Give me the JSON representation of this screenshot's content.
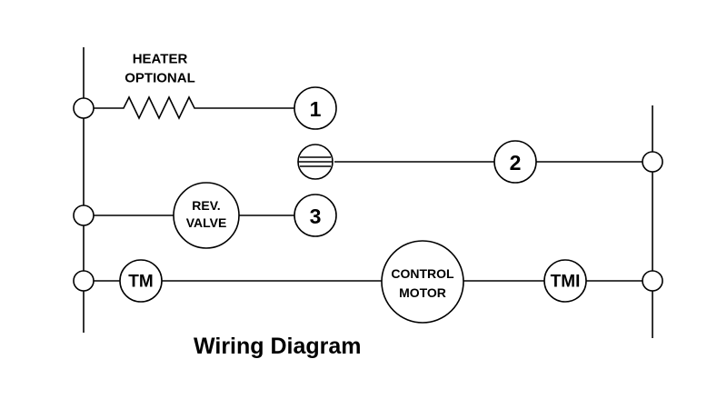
{
  "diagram": {
    "heater_line1": "HEATER",
    "heater_line2": "OPTIONAL",
    "terminal_1": "1",
    "terminal_2": "2",
    "terminal_3": "3",
    "rev_valve_line1": "REV.",
    "rev_valve_line2": "VALVE",
    "tm": "TM",
    "control_motor_line1": "CONTROL",
    "control_motor_line2": "MOTOR",
    "tmi": "TMI"
  },
  "caption": "Wiring Diagram"
}
